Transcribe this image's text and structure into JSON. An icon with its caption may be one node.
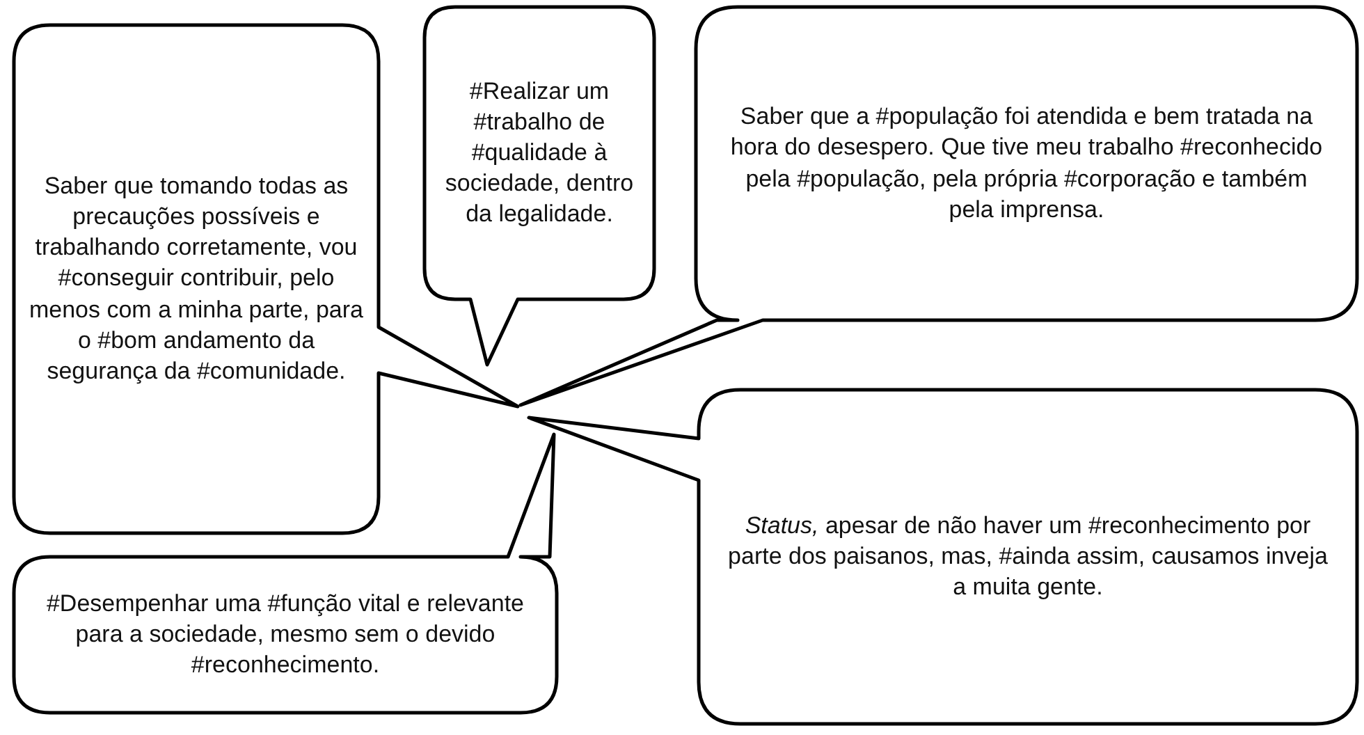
{
  "diagram": {
    "nodes": [
      {
        "text": [
          "Saber que tomando todas as precauções possíveis e trabalhando corretamente, vou #conseguir contribuir, pelo menos com a minha parte, para o #bom andamento da segurança da #comunidade."
        ]
      },
      {
        "text": [
          "#Realizar um #trabalho de #qualidade à sociedade, dentro da legalidade."
        ]
      },
      {
        "text": [
          "Saber que a #população foi atendida e bem tratada na hora do desespero. Que tive meu trabalho #reconhecido pela #população, pela própria #corporação e também pela imprensa."
        ]
      },
      {
        "text": [
          "*Status,* apesar de não haver um #reconhecimento por parte dos paisanos, mas, #ainda assim, causamos inveja a muita gente."
        ]
      },
      {
        "text": [
          "#Desempenhar uma #função vital e relevante para a sociedade, mesmo sem o devido #reconhecimento."
        ]
      }
    ]
  }
}
